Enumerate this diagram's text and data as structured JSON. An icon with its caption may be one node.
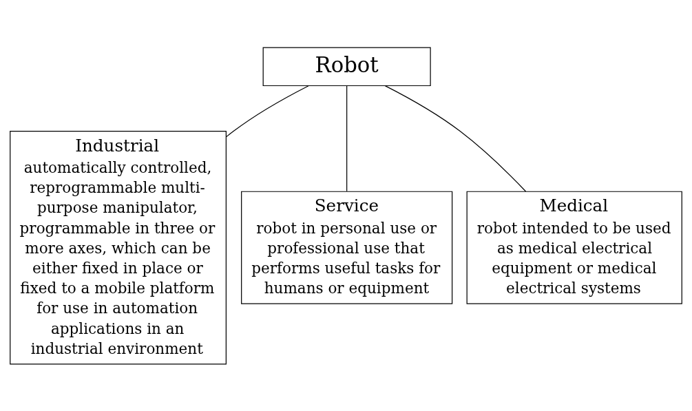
{
  "diagram": {
    "nodes": [
      {
        "text": [
          "Robot"
        ]
      },
      {
        "text": [
          "Industrial",
          "automatically controlled, reprogrammable multi-purpose manipulator, programmable in three or more axes, which can be either fixed in place or fixed to a mobile platform for use in automation applications in an industrial environment"
        ]
      },
      {
        "text": [
          "Service",
          "robot in personal use or professional use that performs useful tasks for humans or equipment"
        ]
      },
      {
        "text": [
          "Medical",
          "robot intended to be used as medical electrical equipment or medical electrical systems"
        ]
      }
    ],
    "edges": [
      {
        "from": 0,
        "to": 1,
        "arrow": "none"
      },
      {
        "from": 0,
        "to": 2,
        "arrow": "none"
      },
      {
        "from": 0,
        "to": 3,
        "arrow": "none"
      }
    ]
  }
}
